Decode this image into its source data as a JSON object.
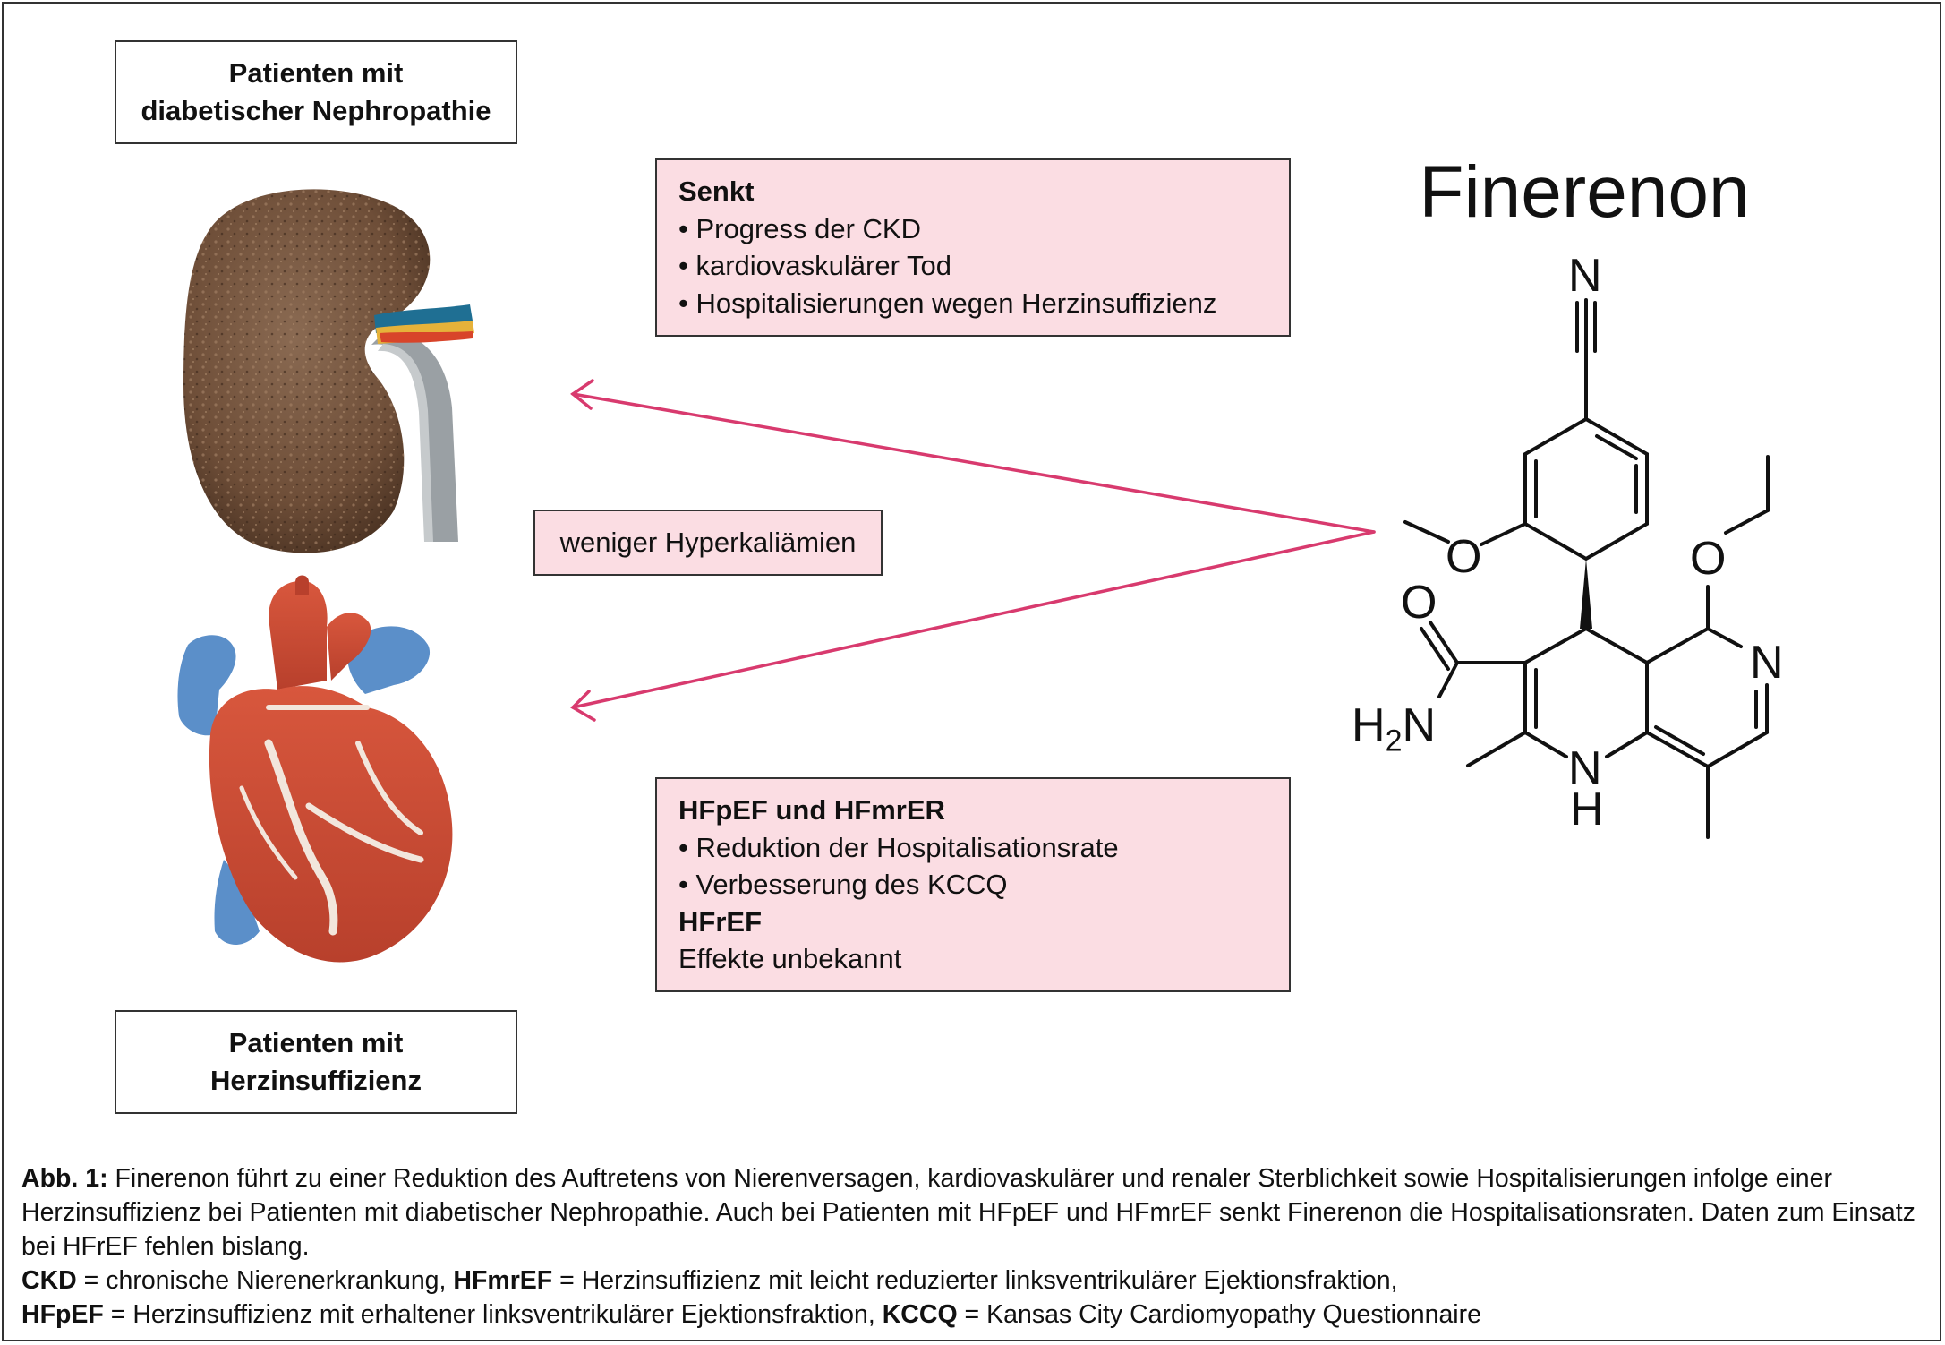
{
  "figure": {
    "title": "Finerenon",
    "box_nephropathy": {
      "line1": "Patienten mit",
      "line2": "diabetischer Nephropathie"
    },
    "box_heart_failure": {
      "line1": "Patienten mit",
      "line2": "Herzinsuffizienz"
    },
    "box_senkt": {
      "heading": "Senkt",
      "items": [
        "Progress der CKD",
        "kardiovaskulärer Tod",
        "Hospitalisierungen wegen Herzinsuffizienz"
      ]
    },
    "box_hyperkalemia": "weniger Hyperkaliämien",
    "box_hf": {
      "heading1": "HFpEF und HFmrER",
      "items": [
        "Reduktion der Hospitalisationsrate",
        "Verbesserung des KCCQ"
      ],
      "heading2": "HFrEF",
      "text": "Effekte unbekannt"
    },
    "molecule_labels": {
      "n_nitrile": "N",
      "o_methoxy": "O",
      "o_ethoxy": "O",
      "o_amide": "O",
      "n_ring": "N",
      "nh_n": "N",
      "nh_h": "H",
      "amine": "H2N"
    },
    "arrow_color": "#d83a6e",
    "pink_fill": "#fbdde3"
  },
  "caption": {
    "abb_label": "Abb. 1:",
    "text": "Finerenon führt zu einer Reduktion des Auftretens von Nierenversagen, kardiovaskulärer und renaler Sterblichkeit sowie Hospitalisierungen infolge einer Herzinsuffizienz bei Patienten mit diabetischer Nephropathie. Auch bei Patienten mit HFpEF und HFmrEF senkt Finerenon die Hospitalisationsraten. Daten zum Einsatz bei HFrEF fehlen bislang.",
    "abbrev_line1": [
      {
        "term": "CKD",
        "def": "chronische Nierenerkrankung,"
      },
      {
        "term": "HFmrEF",
        "def": "Herzinsuffizienz mit leicht reduzierter linksventrikulärer Ejektionsfraktion,"
      }
    ],
    "abbrev_line2": [
      {
        "term": "HFpEF",
        "def": "Herzinsuffizienz mit erhaltener linksventrikulärer Ejektionsfraktion,"
      },
      {
        "term": "KCCQ",
        "def": "Kansas City Cardiomyopathy Questionnaire"
      }
    ]
  }
}
